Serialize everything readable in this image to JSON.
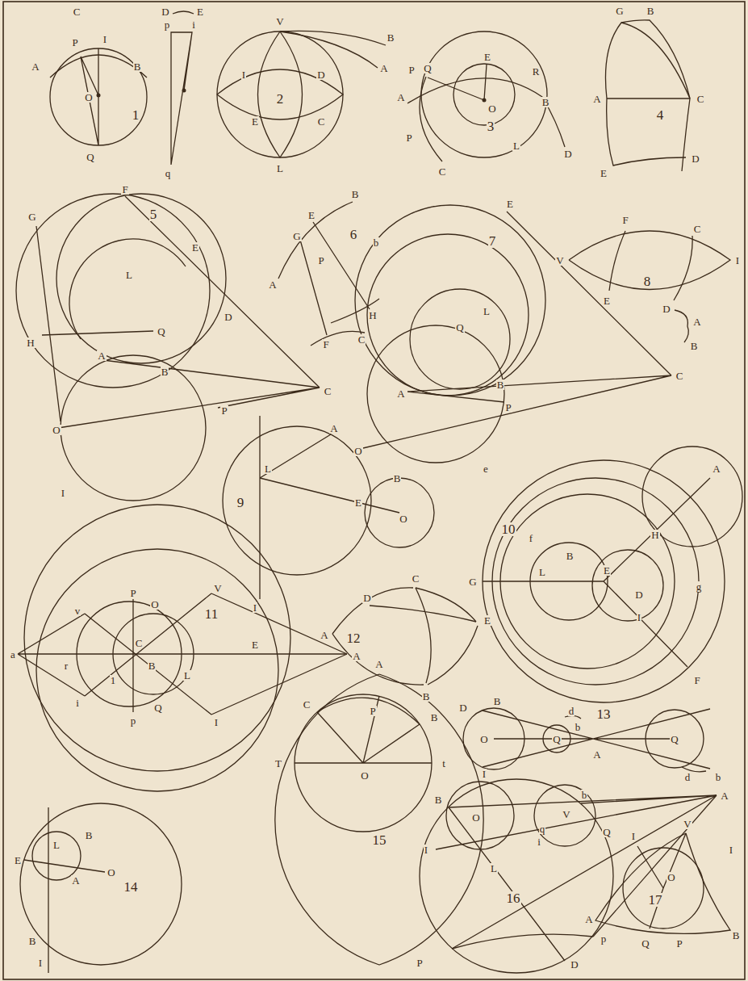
{
  "diagram": {
    "labels": [
      "C",
      "D",
      "E",
      "P",
      "I",
      "A",
      "B",
      "O",
      "1",
      "Q",
      "p",
      "i",
      "q",
      "V",
      "B",
      "A",
      "I",
      "D",
      "E",
      "C",
      "L",
      "2",
      "P",
      "Q",
      "E",
      "R",
      "A",
      "B",
      "O",
      "3",
      "P",
      "L",
      "D",
      "C",
      "G",
      "B",
      "A",
      "C",
      "4",
      "D",
      "E",
      "F",
      "G",
      "5",
      "E",
      "L",
      "D",
      "Q",
      "H",
      "A",
      "B",
      "C",
      "P",
      "O",
      "I",
      "B",
      "E",
      "G",
      "6",
      "b",
      "P",
      "A",
      "H",
      "C",
      "F",
      "E",
      "7",
      "L",
      "Q",
      "B",
      "A",
      "P",
      "C",
      "O",
      "e",
      "F",
      "C",
      "V",
      "I",
      "8",
      "E",
      "D",
      "A",
      "B",
      "A",
      "L",
      "9",
      "E",
      "B",
      "O",
      "I",
      "10",
      "f",
      "A",
      "H",
      "G",
      "L",
      "B",
      "E",
      "D",
      "g",
      "I",
      "F",
      "V",
      "P",
      "O",
      "11",
      "v",
      "a",
      "r",
      "C",
      "B",
      "1",
      "L",
      "E",
      "A",
      "Q",
      "i",
      "p",
      "I",
      "C",
      "D",
      "A",
      "12",
      "E",
      "B",
      "D",
      "B",
      "d",
      "b",
      "13",
      "O",
      "Q",
      "Q",
      "A",
      "d",
      "b",
      "E",
      "L",
      "B",
      "A",
      "O",
      "14",
      "B",
      "I",
      "A",
      "C",
      "P",
      "B",
      "T",
      "t",
      "O",
      "15",
      "I",
      "B",
      "b",
      "A",
      "O",
      "q",
      "V",
      "i",
      "Q",
      "I",
      "L",
      "16",
      "p",
      "D",
      "P",
      "I",
      "V",
      "I",
      "O",
      "17",
      "A",
      "Q",
      "P",
      "B"
    ]
  }
}
